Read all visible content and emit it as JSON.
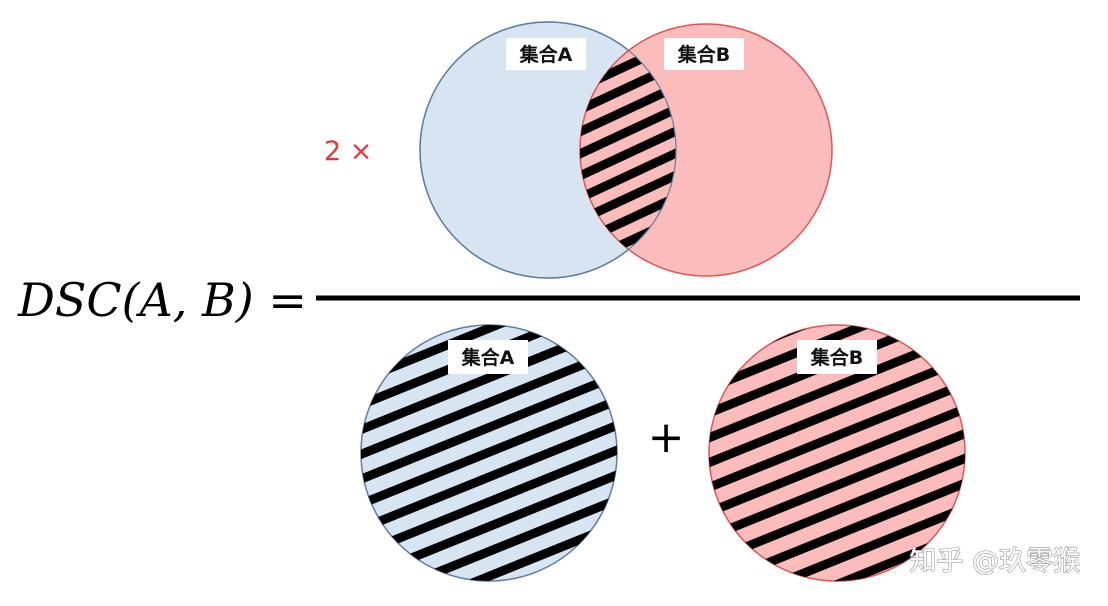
{
  "formula": {
    "lhs": "DSC(A, B) =",
    "multiplier": "2 ×",
    "plus": "+"
  },
  "sets": {
    "a_label": "集合A",
    "b_label": "集合B"
  },
  "colors": {
    "set_a_fill": "#d7e4f2",
    "set_a_stroke": "#5f7d9e",
    "set_b_fill": "#fcbcbc",
    "set_b_stroke": "#e05555",
    "hatch": "#000000",
    "multiplier": "#e8333a"
  },
  "watermark": "知乎 @玖零猴"
}
